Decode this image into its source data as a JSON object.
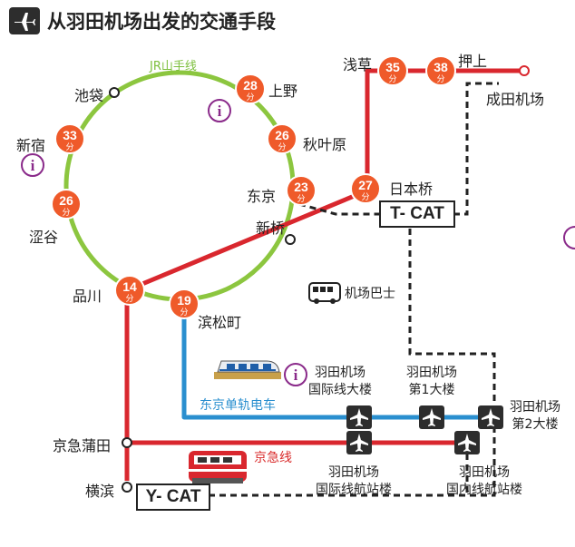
{
  "title": "从羽田机场出发的交通手段",
  "lines": {
    "yamanote": "JR山手线",
    "monorail": "东京单轨电车",
    "keikyu": "京急线"
  },
  "stations": {
    "ikebukuro": "池袋",
    "ueno": "上野",
    "shinjuku": "新宿",
    "akihabara": "秋叶原",
    "tokyo": "东京",
    "shibuya": "涩谷",
    "shimbashi": "新桥",
    "shinagawa": "品川",
    "hamamatsucho": "滨松町",
    "asakusa": "浅草",
    "oshiage": "押上",
    "narita": "成田机场",
    "nihonbashi": "日本桥",
    "keikyu_kamata": "京急蒲田",
    "yokohama": "横滨",
    "haneda_intl_building_1": "羽田机场",
    "haneda_intl_building_2": "国际线大楼",
    "haneda_t1_1": "羽田机场",
    "haneda_t1_2": "第1大楼",
    "haneda_t2_1": "羽田机场",
    "haneda_t2_2": "第2大楼",
    "haneda_intl_terminal_1": "羽田机场",
    "haneda_intl_terminal_2": "国际线航站楼",
    "haneda_dom_terminal_1": "羽田机场",
    "haneda_dom_terminal_2": "国内线航站楼"
  },
  "bus_label": "机场巴士",
  "tcat": "T- CAT",
  "ycat": "Y- CAT",
  "minute_unit": "分",
  "times": [
    {
      "id": "ueno",
      "min": "28"
    },
    {
      "id": "shinjuku",
      "min": "33"
    },
    {
      "id": "akihabara",
      "min": "26"
    },
    {
      "id": "tokyo",
      "min": "23"
    },
    {
      "id": "shibuya",
      "min": "26"
    },
    {
      "id": "shinagawa",
      "min": "14"
    },
    {
      "id": "hamamatsucho",
      "min": "19"
    },
    {
      "id": "nihonbashi",
      "min": "27"
    },
    {
      "id": "asakusa",
      "min": "35"
    },
    {
      "id": "oshiage",
      "min": "38"
    }
  ],
  "colors": {
    "green": "#8cc63f",
    "red": "#d9272e",
    "blue": "#2a8fcf",
    "badge": "#ef5a2a",
    "info": "#8a2a8a"
  }
}
